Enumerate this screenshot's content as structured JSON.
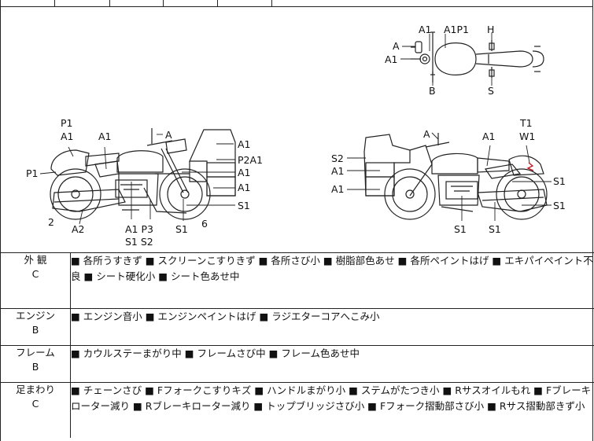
{
  "diagram": {
    "labels": {
      "top_a1_a": "A1",
      "top_a1p1": "A1P1",
      "top_h": "H",
      "top_a": "A",
      "top_a1_b": "A1",
      "top_b": "B",
      "top_s": "S",
      "l_p1_top": "P1",
      "l_a1_1": "A1",
      "l_a1_2": "A1",
      "l_a": "A",
      "l_p1_side": "P1",
      "l_a1_r1": "A1",
      "l_p2a1": "P2A1",
      "l_a1_r2": "A1",
      "l_a1_r3": "A1",
      "l_s1_r": "S1",
      "l_2": "2",
      "l_a2": "A2",
      "l_a1p3": "A1 P3",
      "l_s1s2": "S1 S2",
      "l_s1_b": "S1",
      "l_6": "6",
      "r_a": "A",
      "r_a1_1": "A1",
      "r_t1": "T1",
      "r_w1": "W1",
      "r_s2": "S2",
      "r_a1_2": "A1",
      "r_a1_3": "A1",
      "r_s1_r1": "S1",
      "r_s1_r2": "S1",
      "r_s1_b1": "S1",
      "r_s1_b2": "S1"
    }
  },
  "rows": [
    {
      "category": "外 観",
      "grade": "C",
      "details": "■ 各所うすきず ■ スクリーンこすりきず ■ 各所さび小 ■ 樹脂部色あせ ■ 各所ペイントはげ ■ エキパイペイント不良 ■ シート硬化小 ■ シート色あせ中"
    },
    {
      "category": "エンジン",
      "grade": "B",
      "details": "■ エンジン音小 ■ エンジンペイントはげ ■ ラジエターコアへこみ小"
    },
    {
      "category": "フレーム",
      "grade": "B",
      "details": "■ カウルステーまがり中 ■ フレームさび中 ■ フレーム色あせ中"
    },
    {
      "category": "足まわり",
      "grade": "C",
      "details": "■ チェーンさび ■ Fフォークこすりキズ ■ ハンドルまがり小 ■ ステムがたつき小 ■ Rサスオイルもれ ■ Fブレーキローター減り ■ Rブレーキローター減り ■ トップブリッジさび小 ■ Fフォーク摺動部さび小 ■ Rサス摺動部きず小"
    }
  ]
}
